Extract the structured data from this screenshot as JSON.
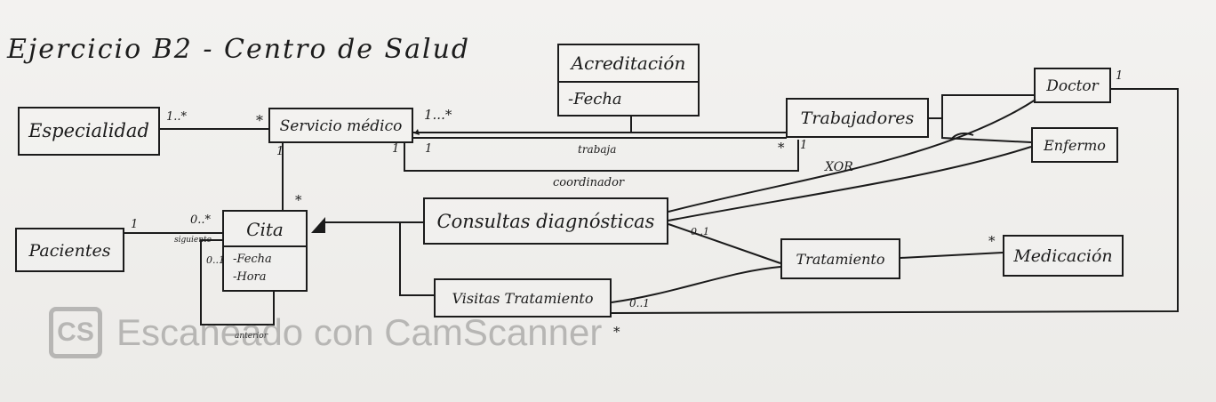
{
  "title": "Ejercicio B2 - Centro de Salud",
  "classes": {
    "acreditacion": {
      "name": "Acreditación",
      "attrs": [
        "-Fecha"
      ]
    },
    "especialidad": {
      "name": "Especialidad"
    },
    "servicio": {
      "name": "Servicio médico"
    },
    "trabajadores": {
      "name": "Trabajadores"
    },
    "doctor": {
      "name": "Doctor"
    },
    "enfermo": {
      "name": "Enfermo"
    },
    "pacientes": {
      "name": "Pacientes"
    },
    "cita": {
      "name": "Cita",
      "attrs": [
        "-Fecha",
        "-Hora"
      ]
    },
    "consultas": {
      "name": "Consultas diagnósticas"
    },
    "visitas": {
      "name": "Visitas Tratamiento"
    },
    "tratamiento": {
      "name": "Tratamiento"
    },
    "medicacion": {
      "name": "Medicación"
    }
  },
  "labels": {
    "esp_mult": "1..*",
    "serv_left_mult": "*",
    "serv_right_mult": "1...*",
    "serv_bottom_mult": "1",
    "trabaja_left1": "1",
    "trabaja_left2": "1",
    "trabaja": "trabaja",
    "trabaja_right1": "*",
    "trabaja_right2": "1",
    "coordinador": "coordinador",
    "xor": "XOR",
    "doctor_mult": "1",
    "pac_mult": "1",
    "cita_mult_left": "0..*",
    "siguiente": "siguiente",
    "cita_mult_lower": "0..1",
    "cita_mult_top": "*",
    "anterior": "anterior",
    "consultas_mult": "0..1",
    "visitas_mult": "0..1",
    "visitas_star": "*",
    "medic_mult": "*"
  },
  "watermark": {
    "logo": "CS",
    "text": "Escaneado con CamScanner"
  }
}
